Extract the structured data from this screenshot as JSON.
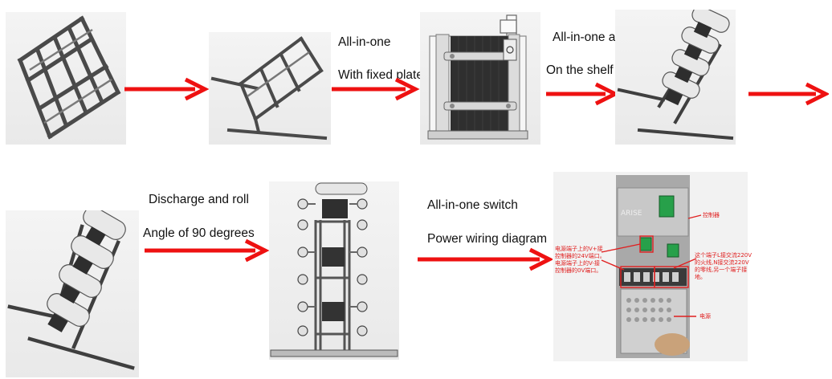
{
  "steps": {
    "step3_title": "All-in-one",
    "step3_sub": "With fixed plate",
    "step4_title": "All-in-one assembly",
    "step4_sub": "On the shelf",
    "step6_title": "Discharge and roll",
    "step6_sub": "Angle of 90 degrees",
    "step7_title": "All-in-one switch",
    "step7_sub": "Power wiring diagram"
  },
  "photo": {
    "brand": "ARISE",
    "tag_controller": "控制器",
    "tag_power": "电源",
    "note_left": [
      "电源端子上的V+接",
      "控制器的24V端口。",
      "电源端子上的V-接",
      "控制器的0V端口。"
    ],
    "note_right": [
      "这个端子L接交流220V",
      "的火线,N接交流220V",
      "的零线,另一个端子接",
      "地。"
    ]
  },
  "colors": {
    "arrow": "#ee1111",
    "frame": "#4a4a4a",
    "panel_bg": "#eeeeee",
    "annotation": "#e02020"
  }
}
